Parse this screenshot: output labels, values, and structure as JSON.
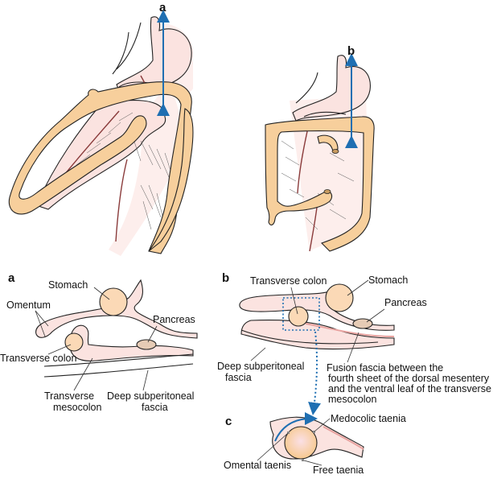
{
  "figure": {
    "top_panels": [
      {
        "id": "a",
        "label": "a",
        "description": "Omentum and transverse colon lifted, arrow marking section a"
      },
      {
        "id": "b",
        "label": "b",
        "description": "Transverse colon in normal position, arrow marking section b"
      }
    ],
    "section_a": {
      "panel_label": "a",
      "labels": {
        "stomach": "Stomach",
        "omentum": "Omentum",
        "pancreas": "Pancreas",
        "transverse_colon": "Transverse colon",
        "transverse_mesocolon_1": "Transverse",
        "transverse_mesocolon_2": "mesocolon",
        "deep_fascia_1": "Deep subperitoneal",
        "deep_fascia_2": "fascia"
      }
    },
    "section_b": {
      "panel_label": "b",
      "labels": {
        "transverse_colon": "Transverse colon",
        "stomach": "Stomach",
        "pancreas": "Pancreas",
        "deep_fascia_1": "Deep subperitoneal",
        "deep_fascia_2": "fascia",
        "fusion_fascia_1": "Fusion fascia between the",
        "fusion_fascia_2": "fourth sheet of the dorsal mesentery",
        "fusion_fascia_3": "and the ventral leaf of the transverse",
        "fusion_fascia_4": "mesocolon"
      }
    },
    "section_c": {
      "panel_label": "c",
      "labels": {
        "medocolic_taenia": "Medocolic taenia",
        "omental_taenis": "Omental taenis",
        "free_taenia": "Free taenia"
      }
    },
    "colors": {
      "arrow_blue": "#1f6fb2",
      "colon": "#f7cf9c",
      "peritoneum": "#fbe3e0",
      "pancreas": "#e6cbb5",
      "vessel": "#8a3b3b"
    }
  }
}
